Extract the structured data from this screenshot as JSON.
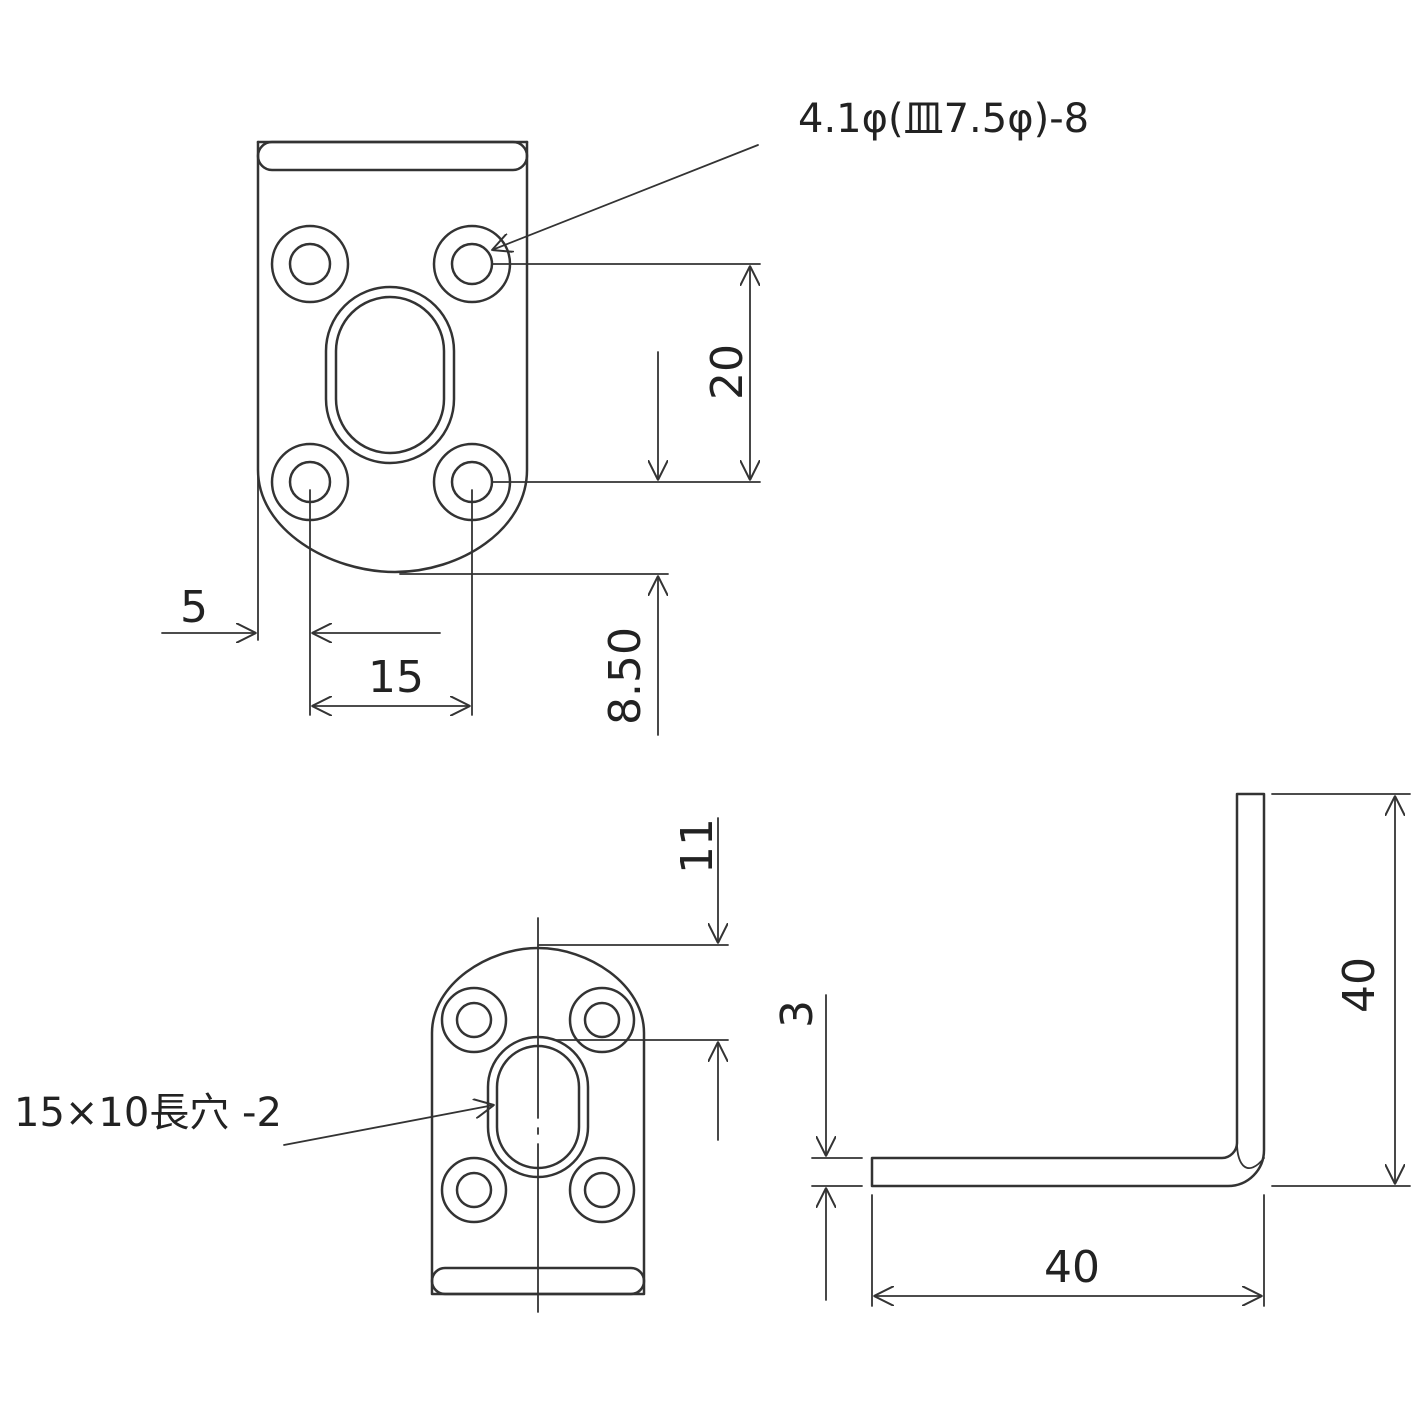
{
  "annotations": {
    "hole_note": "4.1φ(皿7.5φ)-8",
    "slot_note": "15×10長穴 -2"
  },
  "dimensions": {
    "top_view": {
      "edge_offset": "5",
      "hole_spacing_horizontal": "15",
      "hole_spacing_vertical": "20",
      "hole_to_edge": "8.50"
    },
    "bottom_view": {
      "slot_offset": "11"
    },
    "side_view": {
      "thickness": "3",
      "height": "40",
      "length": "40"
    }
  },
  "colors": {
    "line": "#333333",
    "text": "#222222",
    "background": "#ffffff"
  }
}
